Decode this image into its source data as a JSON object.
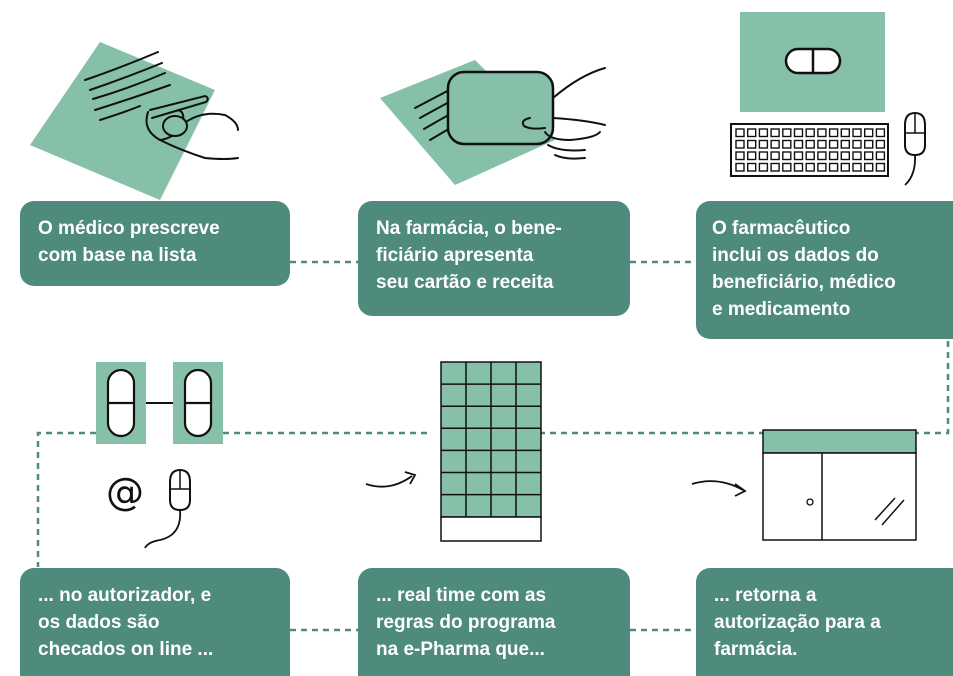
{
  "colors": {
    "box": "#4e8b7d",
    "illustration": "#86c0a8",
    "stroke": "#111111",
    "connector": "#4e8b7d"
  },
  "steps": [
    {
      "lines": [
        "O médico prescreve",
        "com base na lista"
      ],
      "icon": "doctor-prescription-icon"
    },
    {
      "lines": [
        "Na farmácia, o bene-",
        "ficiário apresenta",
        "seu cartão e receita"
      ],
      "icon": "card-and-prescription-icon"
    },
    {
      "lines": [
        "O farmacêutico",
        "inclui os dados do",
        "beneficiário, médico",
        "e medicamento"
      ],
      "icon": "computer-icon"
    },
    {
      "lines": [
        "... no autorizador, e",
        "os dados são",
        "checados on line ..."
      ],
      "icon": "network-at-icon"
    },
    {
      "lines": [
        "... real time com as",
        "regras do programa",
        "na e-Pharma que..."
      ],
      "icon": "rules-grid-icon"
    },
    {
      "lines": [
        "... retorna a",
        "autorização para a",
        "farmácia."
      ],
      "icon": "pharmacy-window-icon"
    }
  ]
}
